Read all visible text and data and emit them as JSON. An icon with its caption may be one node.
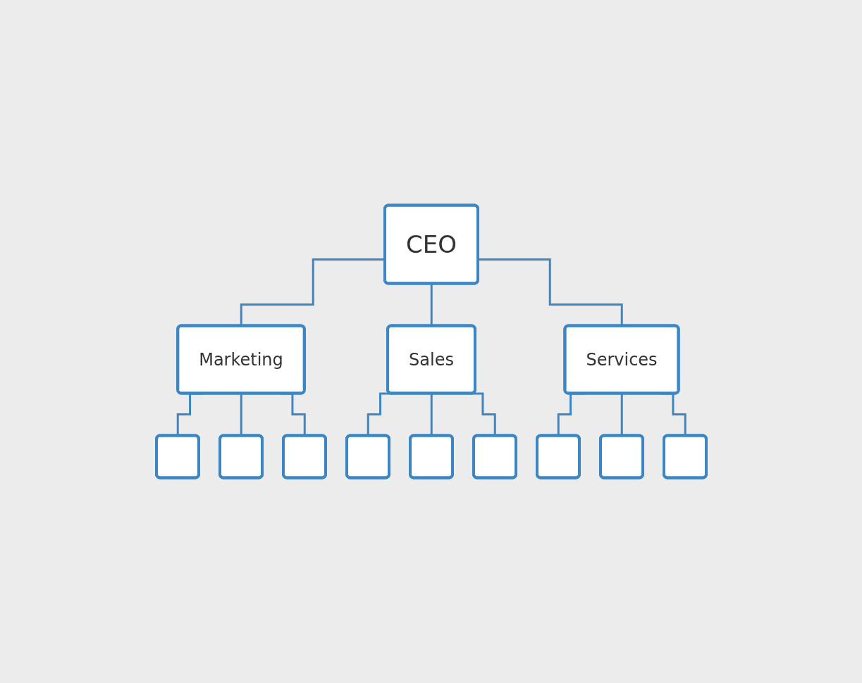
{
  "diagram": {
    "nodes": [
      {
        "text": [
          "CEO"
        ]
      },
      {
        "text": [
          "Marketing"
        ]
      },
      {
        "text": [
          "Sales"
        ]
      },
      {
        "text": [
          "Services"
        ]
      },
      {
        "text": [],
        "shape": "box"
      },
      {
        "text": [],
        "shape": "box"
      },
      {
        "text": [],
        "shape": "box"
      },
      {
        "text": [],
        "shape": "box"
      },
      {
        "text": [],
        "shape": "box"
      },
      {
        "text": [],
        "shape": "box"
      },
      {
        "text": [],
        "shape": "box"
      },
      {
        "text": [],
        "shape": "box"
      },
      {
        "text": [],
        "shape": "box"
      }
    ],
    "edges": [
      {
        "from": 0,
        "to": 1,
        "arrow": "none"
      },
      {
        "from": 0,
        "to": 2,
        "arrow": "none"
      },
      {
        "from": 0,
        "to": 3,
        "arrow": "none"
      },
      {
        "from": 1,
        "to": 4,
        "arrow": "none"
      },
      {
        "from": 1,
        "to": 5,
        "arrow": "none"
      },
      {
        "from": 1,
        "to": 6,
        "arrow": "none"
      },
      {
        "from": 2,
        "to": 7,
        "arrow": "none"
      },
      {
        "from": 2,
        "to": 8,
        "arrow": "none"
      },
      {
        "from": 2,
        "to": 9,
        "arrow": "none"
      },
      {
        "from": 3,
        "to": 10,
        "arrow": "none"
      },
      {
        "from": 3,
        "to": 11,
        "arrow": "none"
      },
      {
        "from": 3,
        "to": 12,
        "arrow": "none"
      }
    ]
  }
}
